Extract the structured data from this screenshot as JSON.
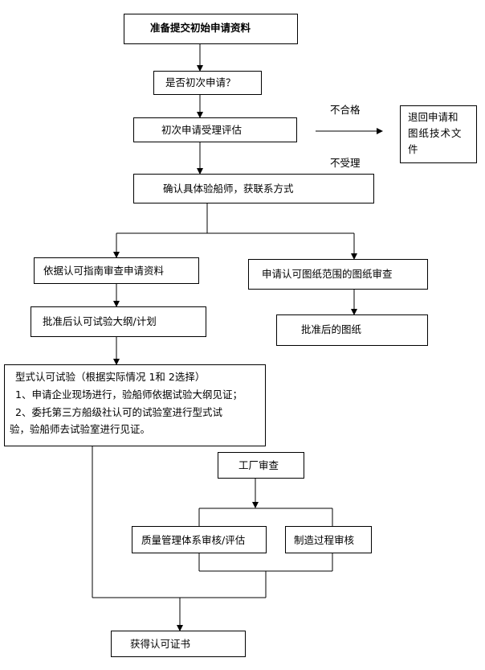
{
  "nodes": {
    "prepare": "准备提交初始申请资料",
    "first_app": "是否初次申请？",
    "evaluate": "初次申请受理评估",
    "return_line1": "退回申请和",
    "return_line2": "图纸技术文",
    "return_line3": "件",
    "confirm": "确认具体验船师，获联系方式",
    "review_docs": "依据认可指南审查申请资料",
    "review_drawings": "申请认可图纸范围的图纸审查",
    "approve_plan": "批准后认可试验大纲/计划",
    "approved_drawings": "批准后的图纸",
    "test_title": "型式认可试验（根据实际情况 1和 2选择）",
    "test_opt1": "1、申请企业现场进行，验船师依据试验大纲见证；",
    "test_opt2a": "2、委托第三方船级社认可的试验室进行型式试",
    "test_opt2b": "验，验船师去试验室进行见证。",
    "factory": "工厂审查",
    "quality": "质量管理体系审核/评估",
    "manufacturing": "制造过程审核",
    "certificate": "获得认可证书"
  },
  "labels": {
    "unqualified": "不合格",
    "not_accepted": "不受理"
  }
}
